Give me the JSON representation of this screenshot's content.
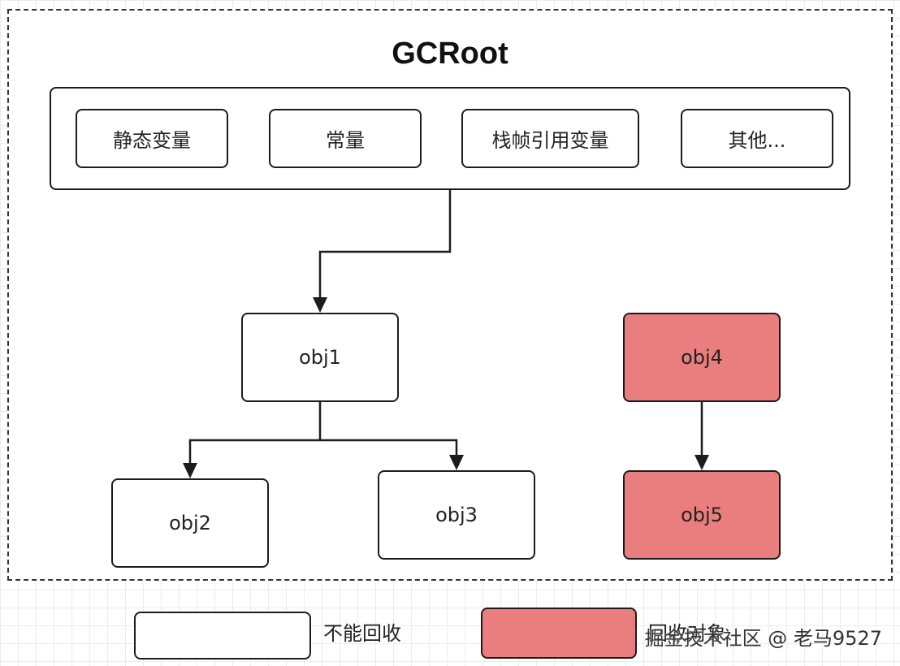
{
  "title": "GCRoot",
  "gcroot_items": [
    "静态变量",
    "常量",
    "栈帧引用变量",
    "其他..."
  ],
  "objects": {
    "obj1": "obj1",
    "obj2": "obj2",
    "obj3": "obj3",
    "obj4": "obj4",
    "obj5": "obj5"
  },
  "legend": {
    "not_collectable": "不能回收",
    "collectable": "回收对象"
  },
  "watermark": "掘金技术社区 @ 老马9527",
  "colors": {
    "collectable_fill": "#ea7e7e",
    "border": "#1c1c1c"
  }
}
